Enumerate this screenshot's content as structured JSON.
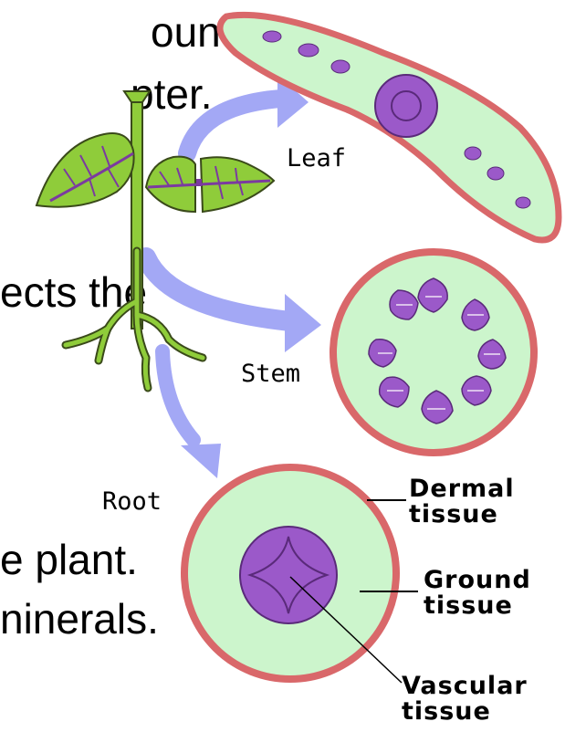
{
  "background_text": {
    "line1": "ound.",
    "line2": "pter.",
    "line3": "ects the",
    "line4": "e plant.",
    "line5": "ninerals."
  },
  "labels": {
    "leaf": "Leaf",
    "stem": "Stem",
    "root": "Root",
    "dermal_1": "Dermal",
    "dermal_2": "tissue",
    "ground_1": "Ground",
    "ground_2": "tissue",
    "vascular_1": "Vascular",
    "vascular_2": "tissue"
  },
  "colors": {
    "dermal": "#d9686a",
    "ground": "#ccf5cc",
    "vascular": "#9b59c9",
    "leaf_green": "#8fcc3a",
    "arrow": "#a3a8f5"
  }
}
